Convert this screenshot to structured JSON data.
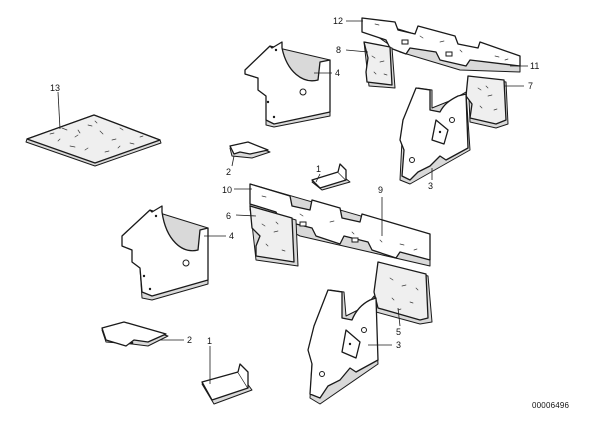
{
  "diagram": {
    "callouts": {
      "c1_top": "1",
      "c1_bottom": "1",
      "c2_top": "2",
      "c2_bottom": "2",
      "c3_top": "3",
      "c3_bottom": "3",
      "c4_top": "4",
      "c4_bottom": "4",
      "c5": "5",
      "c6": "6",
      "c7": "7",
      "c8": "8",
      "c9": "9",
      "c10": "10",
      "c11": "11",
      "c12": "12",
      "c13": "13"
    },
    "document_number": "00006496"
  }
}
